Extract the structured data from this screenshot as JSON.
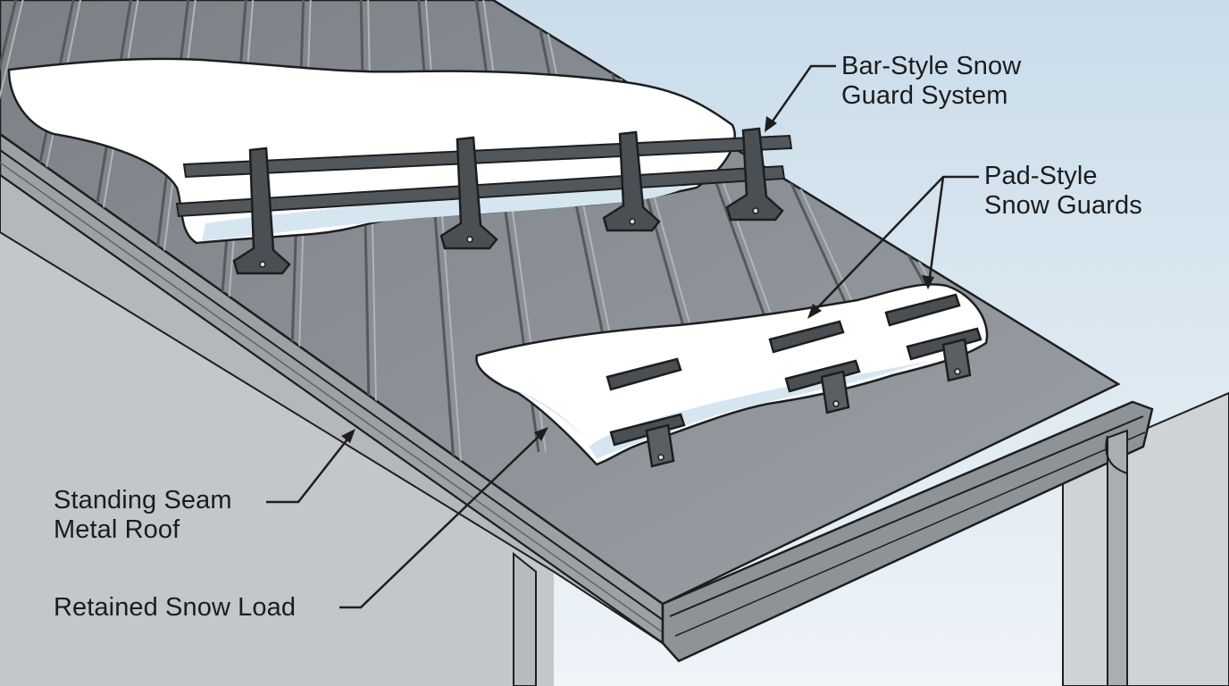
{
  "colors": {
    "sky": "#dde9f2",
    "wall": "#c5c9cc",
    "roof_panel": "#868c91",
    "seam": "#5d6267",
    "snow": "#ffffff",
    "snow_shadow": "#d6e6f1",
    "guard_metal": "#4a4f54",
    "outline": "#1e1e1e"
  },
  "icons": [
    "bar-style-snow-guard-icon",
    "pad-style-snow-guard-icon",
    "gutter-icon",
    "downspout-icon"
  ],
  "callouts": {
    "bar_guard": {
      "line1": "Bar-Style Snow",
      "line2": "Guard System"
    },
    "pad_guards": {
      "line1": "Pad-Style",
      "line2": "Snow Guards"
    },
    "roof": {
      "line1": "Standing Seam",
      "line2": "Metal Roof"
    },
    "snow": {
      "line1": "Retained Snow Load"
    }
  }
}
